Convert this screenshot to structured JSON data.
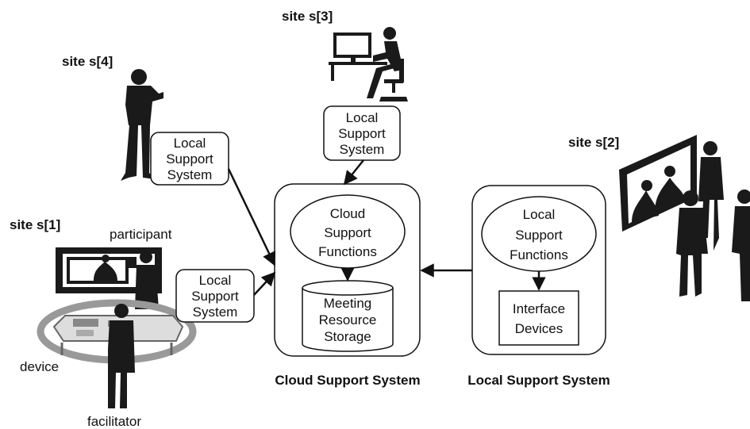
{
  "sites": {
    "s1": "site s[1]",
    "s2": "site s[2]",
    "s3": "site s[3]",
    "s4": "site s[4]"
  },
  "people": {
    "participant": "participant",
    "device": "device",
    "facilitator": "facilitator"
  },
  "local_support_box": [
    "Local",
    "Support",
    "System"
  ],
  "cloud_support_system": {
    "title": "Cloud Support System",
    "functions": [
      "Cloud",
      "Support",
      "Functions"
    ],
    "storage": [
      "Meeting",
      "Resource",
      "Storage"
    ]
  },
  "local_support_system": {
    "title": "Local Support System",
    "functions": [
      "Local",
      "Support",
      "Functions"
    ],
    "devices": [
      "Interface",
      "Devices"
    ]
  },
  "colors": {
    "ink": "#111111",
    "silhouette": "#1a1a1a",
    "device_ring": "#999999"
  },
  "icons": {
    "s1": [
      "display-screen-icon",
      "participant-icon",
      "tabletop-device-icon",
      "facilitator-icon"
    ],
    "s2": [
      "wall-display-icon",
      "standing-people-icon"
    ],
    "s3": [
      "desktop-user-icon"
    ],
    "s4": [
      "smartphone-user-icon"
    ]
  }
}
